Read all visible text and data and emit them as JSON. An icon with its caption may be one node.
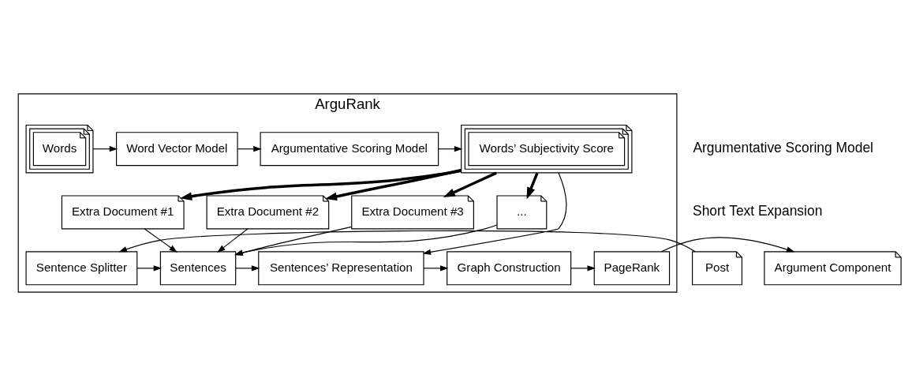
{
  "diagram": {
    "nodes": [
      {
        "text": [
          "ArguRank"
        ]
      },
      {
        "text": [
          "Words"
        ],
        "in": 0
      },
      {
        "text": [
          "Word Vector Model"
        ],
        "in": 0
      },
      {
        "text": [
          "Argumentative Scoring Model"
        ],
        "in": 0
      },
      {
        "text": [
          "Words’ Subjectivity Score"
        ],
        "in": 0
      },
      {
        "text": [
          "Post"
        ]
      },
      {
        "text": [
          "Sentence Splitter"
        ],
        "in": 0
      },
      {
        "text": [
          "Sentences"
        ],
        "in": 0
      },
      {
        "text": [
          "Sentences’ Representation"
        ],
        "in": 0
      },
      {
        "text": [
          "Graph Construction"
        ],
        "in": 0
      },
      {
        "text": [
          "PageRank"
        ],
        "in": 0
      },
      {
        "text": [
          "Argument Component"
        ]
      },
      {
        "text": [
          "Extra Document #1"
        ],
        "in": 0
      },
      {
        "text": [
          "Extra Document #2"
        ],
        "in": 0
      },
      {
        "text": [
          "Extra Document #3"
        ],
        "in": 0
      },
      {
        "text": [
          "..."
        ],
        "in": 0
      }
    ],
    "edges": [
      {
        "from": 1,
        "to": 2,
        "arrow": "to"
      },
      {
        "from": 2,
        "to": 3,
        "arrow": "to"
      },
      {
        "from": 3,
        "to": 4,
        "arrow": "to"
      },
      {
        "from": 4,
        "to": 8,
        "arrow": "to"
      },
      {
        "from": 5,
        "to": 6,
        "arrow": "to"
      },
      {
        "from": 6,
        "to": 7,
        "arrow": "to"
      },
      {
        "from": 7,
        "to": 8,
        "arrow": "to"
      },
      {
        "from": 8,
        "to": 9,
        "arrow": "to"
      },
      {
        "from": 9,
        "to": 10,
        "arrow": "to"
      },
      {
        "from": 10,
        "to": 11,
        "arrow": "to"
      },
      {
        "from": 12,
        "to": 7,
        "arrow": "to"
      },
      {
        "from": 13,
        "to": 7,
        "arrow": "to"
      },
      {
        "from": 14,
        "to": 7,
        "arrow": "to"
      },
      {
        "from": 15,
        "to": 7,
        "arrow": "to"
      },
      {
        "from": 4,
        "to": 12,
        "arrow": "to",
        "style": "thick"
      },
      {
        "from": 4,
        "to": 13,
        "arrow": "to",
        "style": "thick"
      },
      {
        "from": 4,
        "to": 14,
        "arrow": "to",
        "style": "thick"
      },
      {
        "from": 4,
        "to": 15,
        "arrow": "to",
        "style": "thick"
      }
    ],
    "labels": [
      "Argumentative Scoring Model",
      "Short Text Expansion"
    ]
  }
}
